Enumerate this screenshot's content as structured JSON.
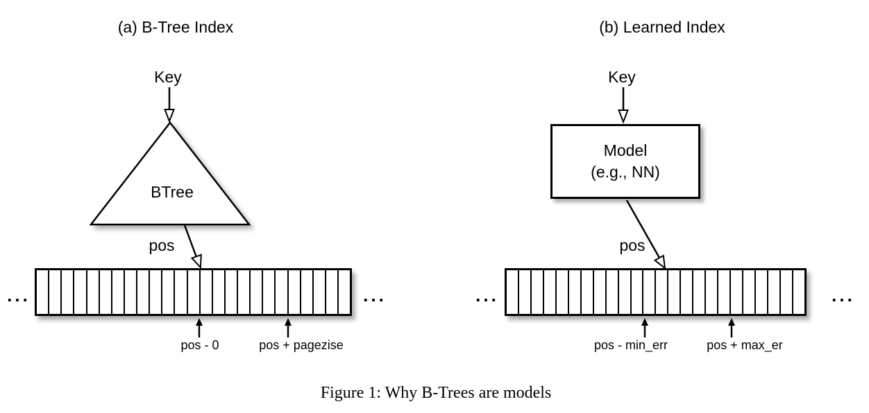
{
  "caption": "Figure 1: Why B-Trees are models",
  "colors": {
    "ink": "#000000",
    "background": "#ffffff",
    "shadow": "rgba(0,0,0,0.32)"
  },
  "panel_a": {
    "title": "(a) B-Tree Index",
    "key_label": "Key",
    "node_label": "BTree",
    "pos_label": "pos",
    "array": {
      "cells": 25,
      "ellipsis_left": "...",
      "ellipsis_right": "..."
    },
    "range_left": "pos - 0",
    "range_right": "pos + pagezise"
  },
  "panel_b": {
    "title": "(b) Learned Index",
    "key_label": "Key",
    "node_label_line1": "Model",
    "node_label_line2": "(e.g., NN)",
    "pos_label": "pos",
    "array": {
      "cells": 24,
      "ellipsis_left": "...",
      "ellipsis_right": "..."
    },
    "range_left": "pos - min_err",
    "range_right": "pos + max_er"
  }
}
